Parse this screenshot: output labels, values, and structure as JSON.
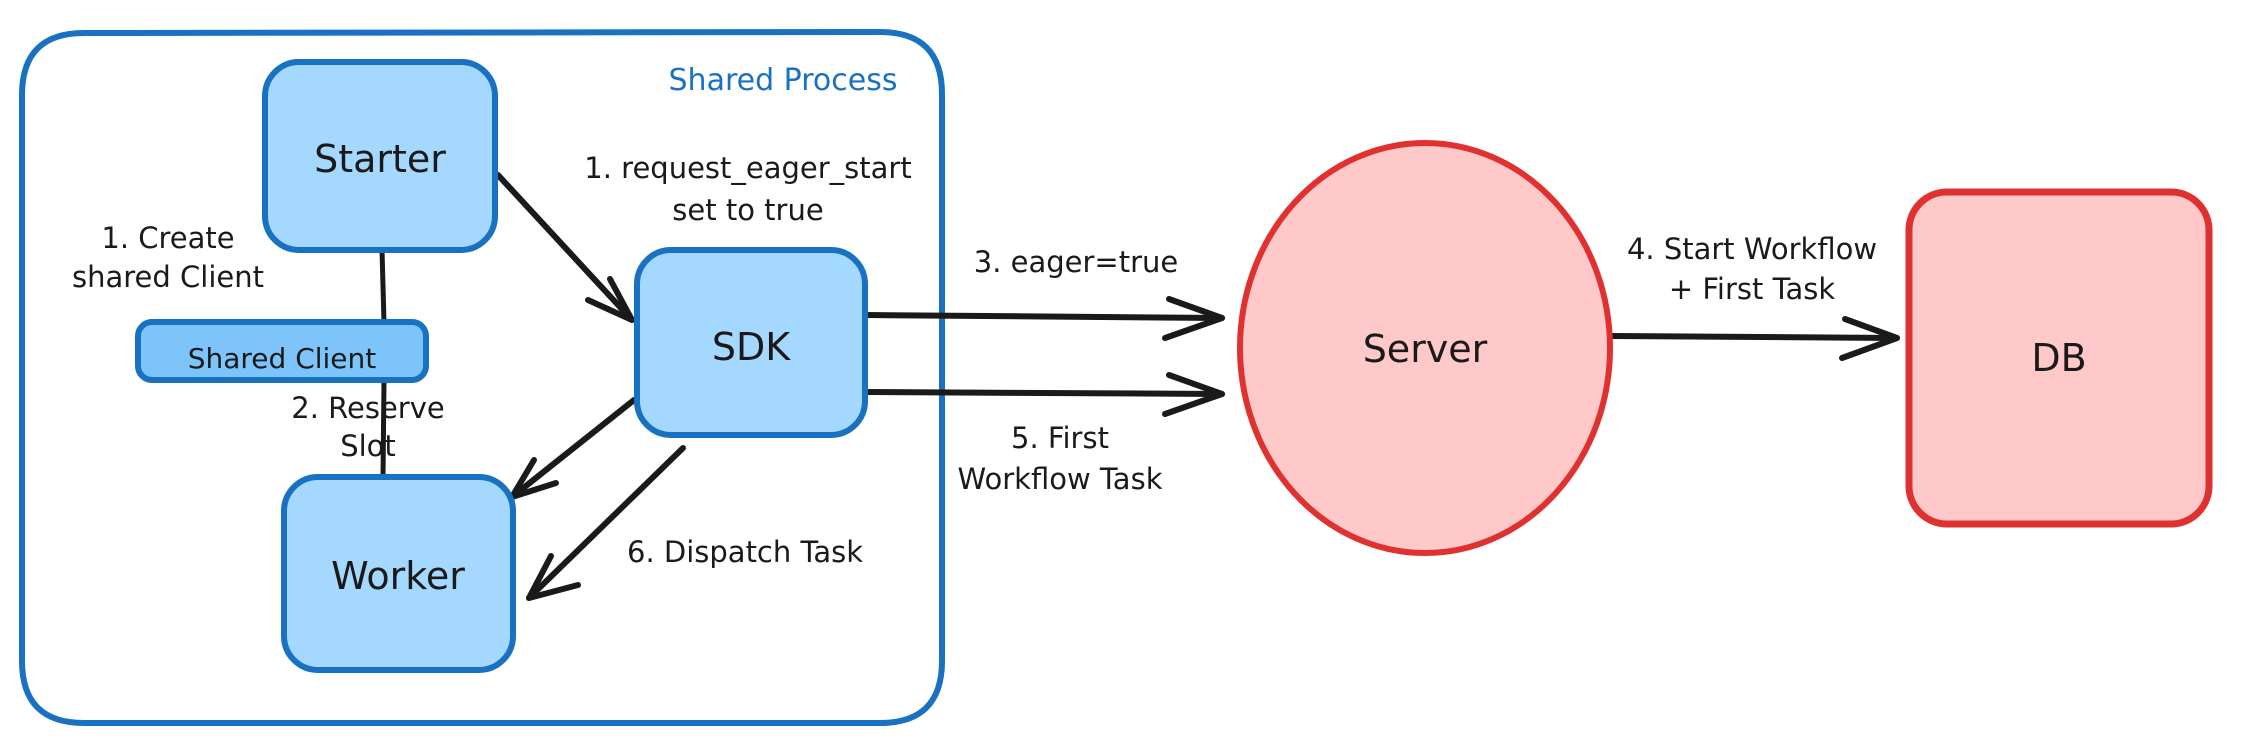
{
  "diagram": {
    "title": "Eager Workflow Start Sequence",
    "colors": {
      "blue_fill": "#a5d8ff",
      "blue_stroke": "#1971c2",
      "red_fill": "#ffc9c9",
      "red_stroke": "#e03131",
      "arrow": "#1a1a1a",
      "text": "#1a1a1a",
      "background": "#ffffff"
    },
    "groups": [
      {
        "id": "shared-process",
        "label": "Shared Process",
        "label_color": "#1971c2",
        "stroke": "#1971c2",
        "fill": "none"
      }
    ],
    "nodes": [
      {
        "id": "starter",
        "label": "Starter",
        "shape": "rounded-rect",
        "fill": "#a5d8ff",
        "stroke": "#1971c2"
      },
      {
        "id": "shared-client",
        "label": "Shared Client",
        "shape": "rounded-rect",
        "fill": "#a5d8ff",
        "stroke": "#1971c2"
      },
      {
        "id": "worker",
        "label": "Worker",
        "shape": "rounded-rect",
        "fill": "#a5d8ff",
        "stroke": "#1971c2"
      },
      {
        "id": "sdk",
        "label": "SDK",
        "shape": "rounded-rect",
        "fill": "#a5d8ff",
        "stroke": "#1971c2"
      },
      {
        "id": "server",
        "label": "Server",
        "shape": "ellipse",
        "fill": "#ffc9c9",
        "stroke": "#e03131"
      },
      {
        "id": "db",
        "label": "DB",
        "shape": "rounded-rect",
        "fill": "#ffc9c9",
        "stroke": "#e03131"
      }
    ],
    "edges": [
      {
        "id": "e-create-shared-client",
        "from": "starter",
        "to": "worker",
        "label_lines": [
          "1. Create",
          "shared Client"
        ],
        "arrowhead": false
      },
      {
        "id": "e-request-eager-start",
        "from": "starter",
        "to": "sdk",
        "label_lines": [
          "1. request_eager_start",
          "set to true"
        ],
        "arrowhead": true
      },
      {
        "id": "e-reserve-slot",
        "from": "sdk",
        "to": "worker",
        "label_lines": [
          "2. Reserve",
          "Slot"
        ],
        "arrowhead": true
      },
      {
        "id": "e-eager-true",
        "from": "sdk",
        "to": "server",
        "label_lines": [
          "3. eager=true"
        ],
        "arrowhead": true
      },
      {
        "id": "e-start-workflow",
        "from": "server",
        "to": "db",
        "label_lines": [
          "4. Start Workflow",
          "+ First Task"
        ],
        "arrowhead": true
      },
      {
        "id": "e-first-workflow-task",
        "from": "server",
        "to": "sdk",
        "label_lines": [
          "5. First",
          "Workflow Task"
        ],
        "arrowhead": true
      },
      {
        "id": "e-dispatch-task",
        "from": "sdk",
        "to": "worker",
        "label_lines": [
          "6. Dispatch Task"
        ],
        "arrowhead": true
      }
    ],
    "labels": {
      "shared_process": "Shared Process",
      "starter": "Starter",
      "shared_client": "Shared Client",
      "worker": "Worker",
      "sdk": "SDK",
      "server": "Server",
      "db": "DB",
      "e1a_line1": "1. Create",
      "e1a_line2": "shared Client",
      "e1b_line1": "1. request_eager_start",
      "e1b_line2": "set to true",
      "e2_line1": "2. Reserve",
      "e2_line2": "Slot",
      "e3_line1": "3. eager=true",
      "e4_line1": "4. Start Workflow",
      "e4_line2": "+ First Task",
      "e5_line1": "5. First",
      "e5_line2": "Workflow Task",
      "e6_line1": "6. Dispatch Task"
    }
  }
}
